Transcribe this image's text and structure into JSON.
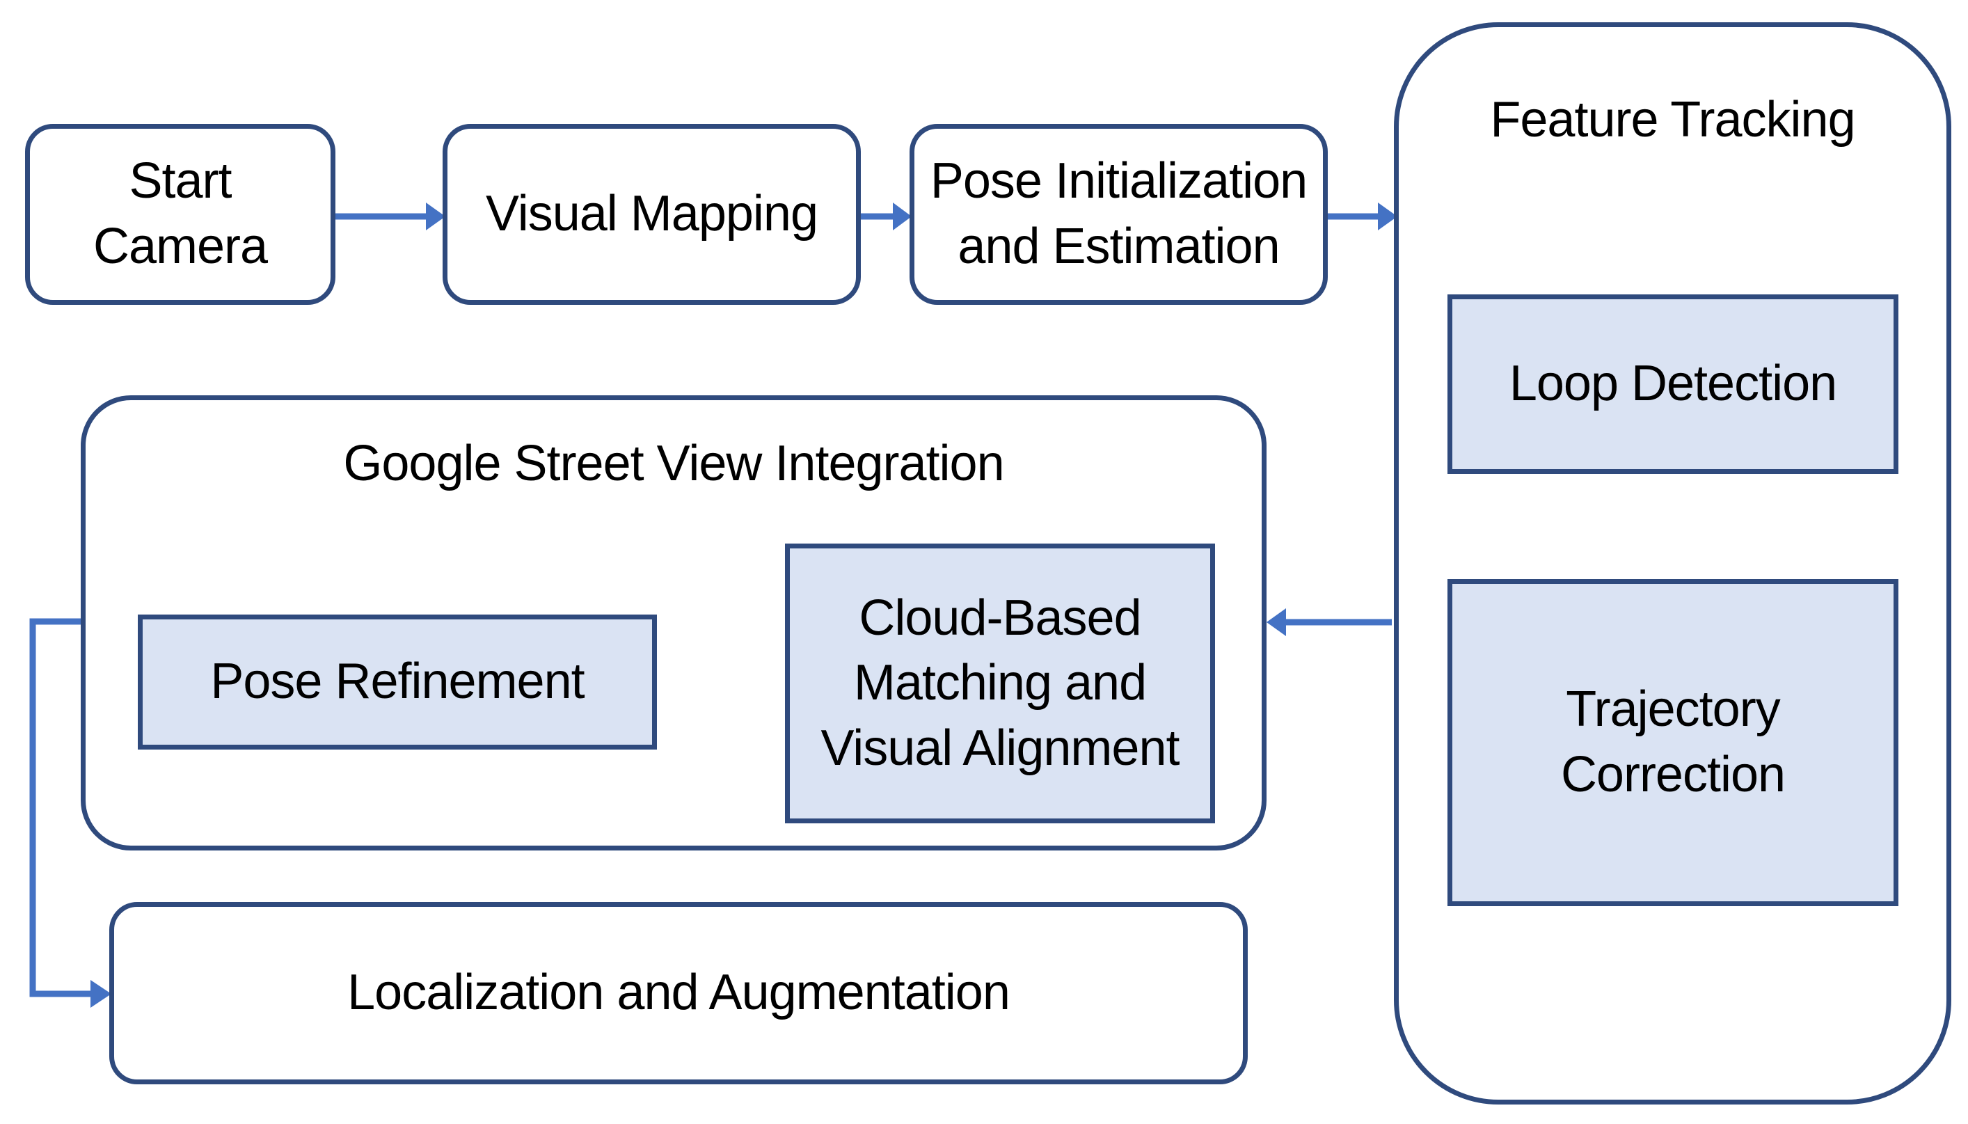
{
  "nodes": {
    "start_camera": "Start\nCamera",
    "visual_mapping": "Visual Mapping",
    "pose_init": "Pose Initialization\nand Estimation",
    "feature_tracking": {
      "title": "Feature Tracking",
      "loop_detection": "Loop Detection",
      "trajectory_correction": "Trajectory\nCorrection"
    },
    "gsv_integration": {
      "title": "Google Street View Integration",
      "cloud_matching": "Cloud-Based\nMatching and\nVisual Alignment",
      "pose_refinement": "Pose Refinement"
    },
    "localization": "Localization and Augmentation"
  },
  "colors": {
    "box_border": "#2f4a7d",
    "sub_box_fill": "#dae3f3",
    "arrow": "#4472c4"
  }
}
